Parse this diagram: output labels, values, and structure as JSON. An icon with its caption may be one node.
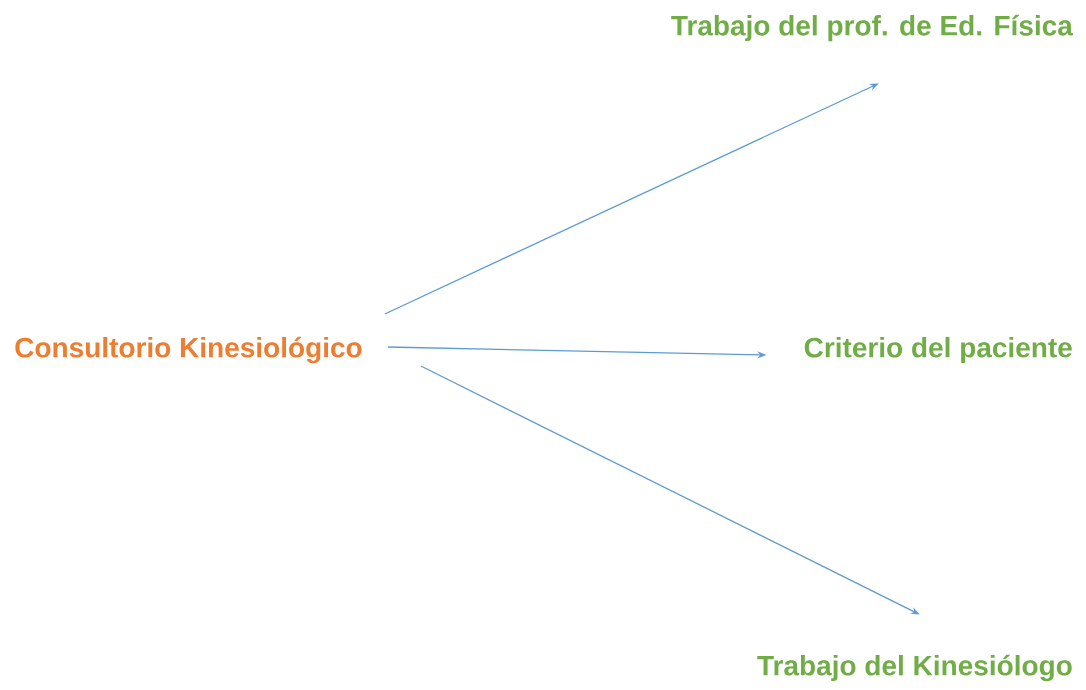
{
  "diagram": {
    "nodes": [
      {
        "text": [
          "Consultorio Kinesiológico"
        ]
      },
      {
        "text": [
          "Trabajo del prof. de Ed. Física"
        ]
      },
      {
        "text": [
          "Criterio del paciente"
        ]
      },
      {
        "text": [
          "Trabajo del Kinesiólogo"
        ]
      }
    ],
    "edges": [
      {
        "from": 0,
        "to": 1,
        "arrow": "to"
      },
      {
        "from": 0,
        "to": 2,
        "arrow": "to"
      },
      {
        "from": 0,
        "to": 3,
        "arrow": "to"
      }
    ]
  }
}
